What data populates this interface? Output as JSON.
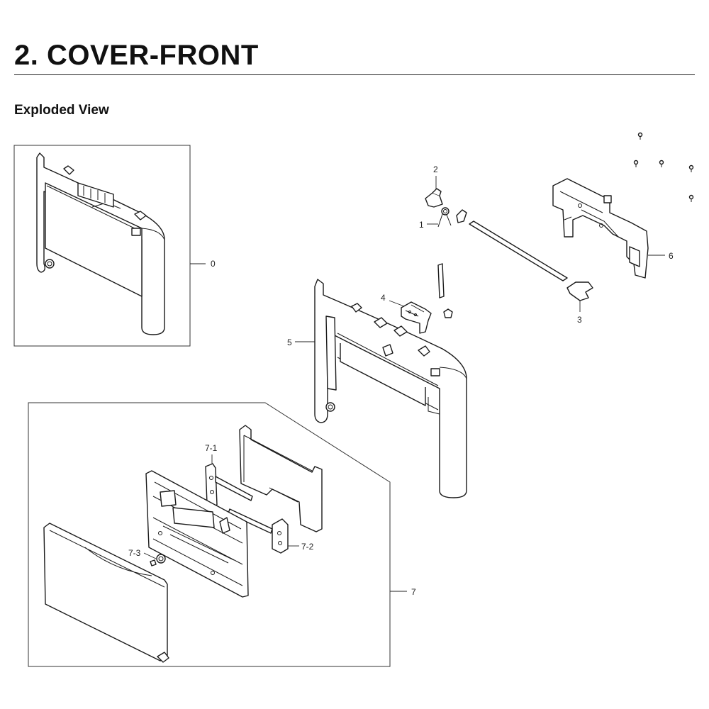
{
  "header": {
    "title": "2.  COVER-FRONT",
    "section": "Exploded View"
  },
  "callouts": {
    "c0": "0",
    "c1": "1",
    "c2": "2",
    "c3": "3",
    "c4": "4",
    "c5": "5",
    "c6": "6",
    "c7": "7",
    "c7_1": "7-1",
    "c7_2": "7-2",
    "c7_3": "7-3"
  }
}
